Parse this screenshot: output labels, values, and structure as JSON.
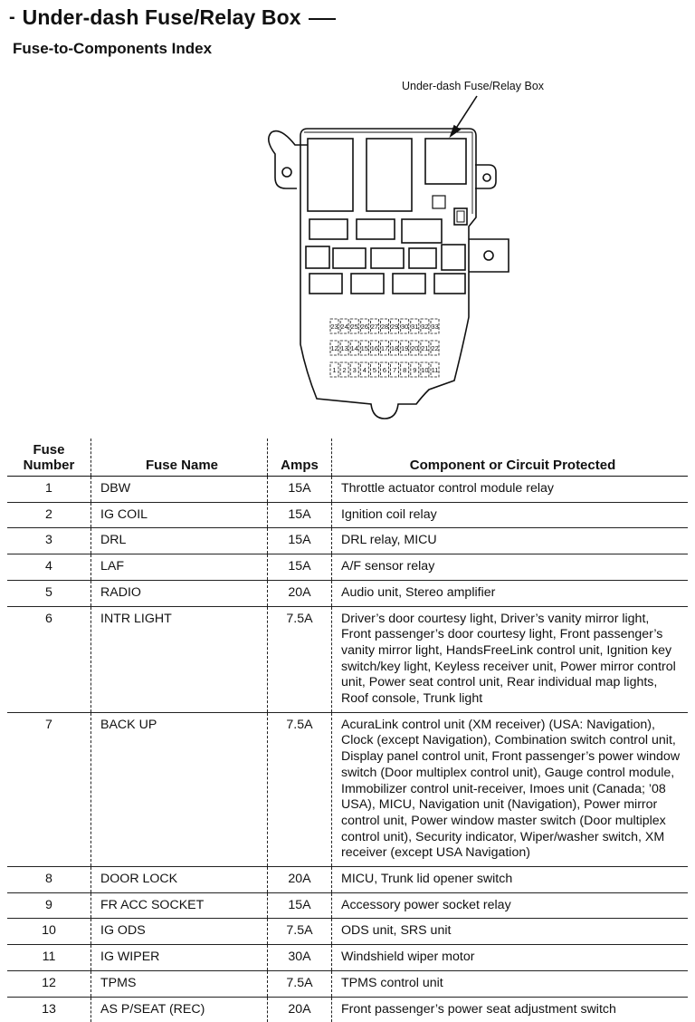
{
  "header": {
    "title": "Under-dash Fuse/Relay Box",
    "subtitle": "Fuse-to-Components Index"
  },
  "diagram": {
    "callout": "Under-dash Fuse/Relay Box",
    "fuse_rows": [
      [
        "23",
        "24",
        "25",
        "26",
        "27",
        "28",
        "29",
        "30",
        "31",
        "32",
        "33"
      ],
      [
        "12",
        "13",
        "14",
        "15",
        "16",
        "17",
        "18",
        "19",
        "20",
        "21",
        "22"
      ],
      [
        "1",
        "2",
        "3",
        "4",
        "5",
        "6",
        "7",
        "8",
        "9",
        "10",
        "11"
      ]
    ]
  },
  "table": {
    "headers": {
      "number": "Fuse\nNumber",
      "name": "Fuse Name",
      "amps": "Amps",
      "component": "Component or Circuit Protected"
    },
    "rows": [
      {
        "number": "1",
        "name": "DBW",
        "amps": "15A",
        "component": "Throttle actuator control module relay"
      },
      {
        "number": "2",
        "name": "IG COIL",
        "amps": "15A",
        "component": "Ignition coil relay"
      },
      {
        "number": "3",
        "name": "DRL",
        "amps": "15A",
        "component": "DRL relay, MICU"
      },
      {
        "number": "4",
        "name": "LAF",
        "amps": "15A",
        "component": "A/F sensor relay"
      },
      {
        "number": "5",
        "name": "RADIO",
        "amps": "20A",
        "component": "Audio unit, Stereo amplifier"
      },
      {
        "number": "6",
        "name": "INTR LIGHT",
        "amps": "7.5A",
        "component": "Driver’s door courtesy light, Driver’s vanity mirror light, Front passenger’s door courtesy light, Front passenger’s vanity mirror light, HandsFreeLink control unit, Ignition key switch/key light, Keyless receiver unit, Power mirror control unit, Power seat control unit, Rear individual map lights, Roof console, Trunk light"
      },
      {
        "number": "7",
        "name": "BACK UP",
        "amps": "7.5A",
        "component": "AcuraLink control unit (XM receiver) (USA: Navigation), Clock (except Navigation), Combination switch control unit, Display panel control unit, Front passenger’s power window switch (Door multiplex control unit), Gauge control module, Immobilizer control unit-receiver, Imoes unit (Canada; ’08 USA), MICU, Navigation unit (Navigation), Power mirror control unit, Power window master switch (Door multiplex control unit), Security indicator, Wiper/washer switch, XM receiver (except USA Navigation)"
      },
      {
        "number": "8",
        "name": "DOOR LOCK",
        "amps": "20A",
        "component": "MICU, Trunk lid opener switch"
      },
      {
        "number": "9",
        "name": "FR ACC SOCKET",
        "amps": "15A",
        "component": "Accessory power socket relay"
      },
      {
        "number": "10",
        "name": "IG ODS",
        "amps": "7.5A",
        "component": "ODS unit, SRS unit"
      },
      {
        "number": "11",
        "name": "IG WIPER",
        "amps": "30A",
        "component": "Windshield wiper motor"
      },
      {
        "number": "12",
        "name": "TPMS",
        "amps": "7.5A",
        "component": "TPMS control unit"
      },
      {
        "number": "13",
        "name": "AS P/SEAT (REC)",
        "amps": "20A",
        "component": "Front passenger’s power seat adjustment switch"
      }
    ]
  }
}
